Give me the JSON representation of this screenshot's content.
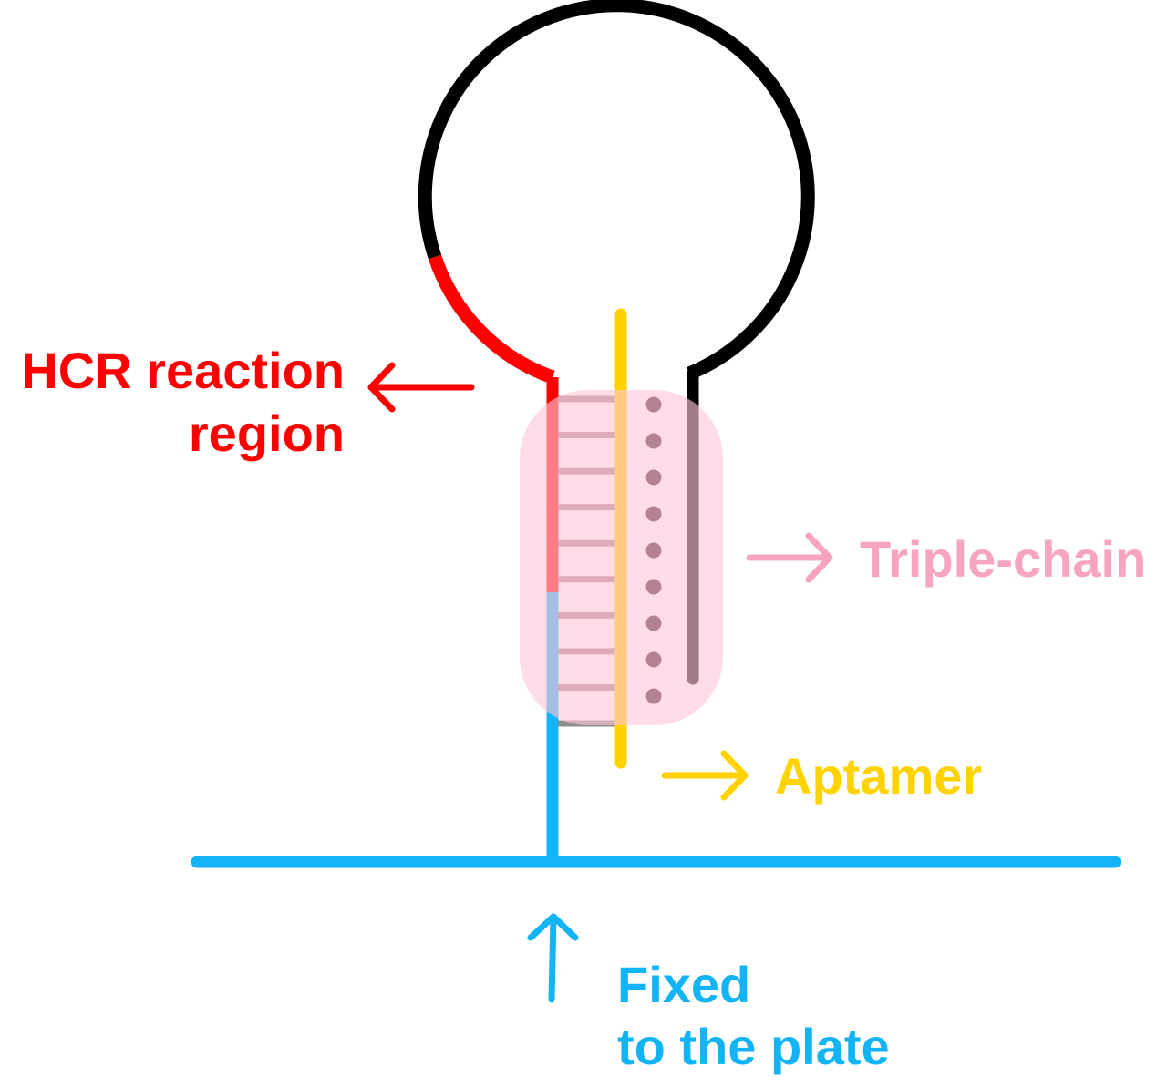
{
  "labels": {
    "hcr_line1": "HCR reaction",
    "hcr_line2": "region",
    "triple": "Triple-chain",
    "aptamer": "Aptamer",
    "fixed_line1": "Fixed",
    "fixed_line2": "to the plate"
  },
  "colors": {
    "hcr": "#ff0000",
    "loop": "#000000",
    "anchor": "#12b4f5",
    "aptamer": "#ffd200",
    "triple_highlight": "#ffc7d6",
    "triple_label": "#f7a5bf",
    "base_pair": "#a8808a",
    "hoogsteen_dot": "#3a1420"
  },
  "counts": {
    "base_pairs": 10,
    "hoogsteen_dots": 9
  }
}
